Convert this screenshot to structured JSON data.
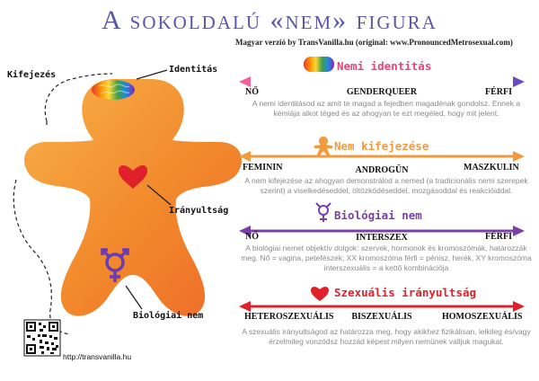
{
  "title": "A sokoldalú «nem» figura",
  "subtitle": "Magyar verzió by TransVanilla.hu (original: www.PronouncedMetrosexual.com)",
  "figure_labels": {
    "expression": "Kifejezés",
    "identity": "Identitás",
    "orientation": "Irányultság",
    "biological_sex": "Biológiai nem"
  },
  "sections": [
    {
      "title": "Nemi identitás",
      "color": "#e8457a",
      "icon": "brain-icon",
      "left": "NŐ",
      "middle": "GENDERQUEER",
      "right": "FÉRFI",
      "description": "A nemi identitásod az amit te magad a fejedben magadénak gondolsz. Ennek a kémiája alkot téged és az ahogyan te ezt megéled, hogy mit jelent."
    },
    {
      "title": "Nem kifejezése",
      "color": "#f39a3c",
      "icon": "gingerbread-icon",
      "left": "FEMININ",
      "middle": "ANDROGÜN",
      "right": "MASZKULIN",
      "description": "A nem kifejezése az ahogyan demonstrálod a nemed (a tradícionális nemi szerepek szerint) a viselkedéseddel, öltözködéseddel, mozgásoddal és reakcióiddal."
    },
    {
      "title": "Biológiai nem",
      "color": "#7a3fa8",
      "icon": "sex-symbol-icon",
      "left": "NŐ",
      "middle": "INTERSZEX",
      "right": "FÉRFI",
      "description": "A biológiai nemet objektív dolgok: szervek, hormonok és kromoszómák, határozzák meg. Nő = vagina, petefészek, XX kromoszóma férfi = pénisz, herék, XY kromoszóma interszexuális = a kettő kombinációja"
    },
    {
      "title": "Szexuális irányultság",
      "color": "#e0202a",
      "icon": "heart-icon",
      "left": "HETEROSZEXUÁLIS",
      "middle": "BISZEXUÁLIS",
      "right": "HOMOSZEXUÁLIS",
      "description": "A szexuális irányultságod az határozza meg, hogy akikhez fizikálisan, lelkileg és/vagy érzelmileg vonzódsz hozzád képest milyen nemünek valljuk magukat."
    }
  ],
  "footer_url": "http://transvanilla.hu"
}
